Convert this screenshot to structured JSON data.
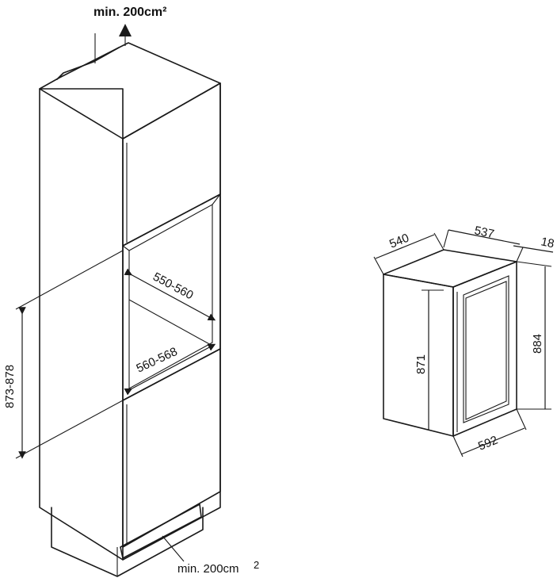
{
  "cabinet": {
    "vent_top_label": "min. 200cm²",
    "vent_bottom_label": "min. 200cm",
    "vent_bottom_superscript": "2",
    "niche_depth": "550-560",
    "niche_width": "560-568",
    "niche_height": "873-878"
  },
  "appliance": {
    "depth": "540",
    "body_depth": "537",
    "door_thickness": "18",
    "body_height": "871",
    "total_height": "884",
    "width": "592"
  }
}
